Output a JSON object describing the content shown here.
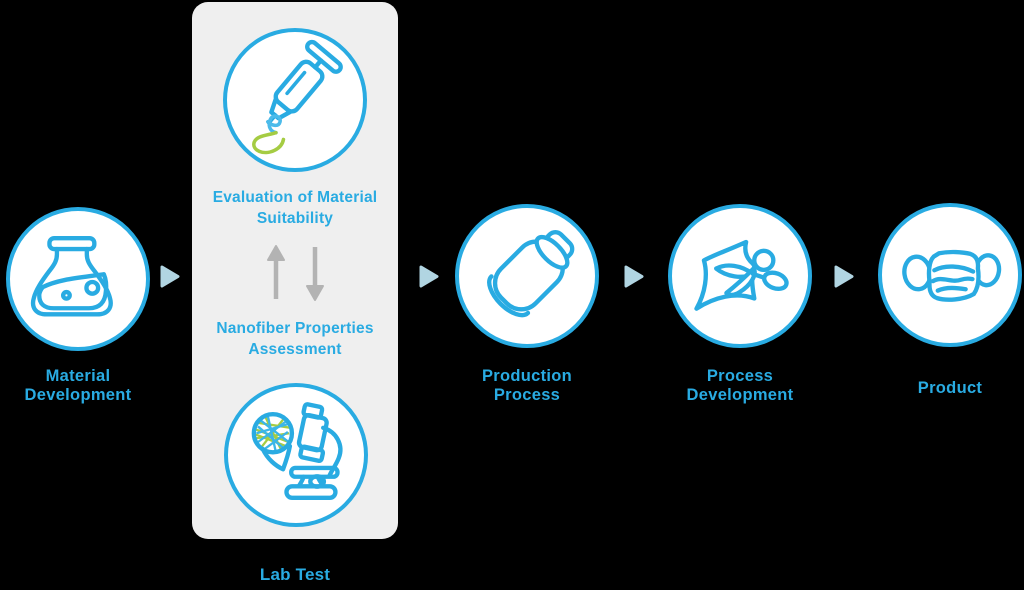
{
  "diagram_title": "Nanofiber product development process flow",
  "colors": {
    "background": "#000000",
    "accent_blue": "#29abe2",
    "flow_arrow_blue": "#b1d5e2",
    "cycle_arrow_gray": "#b3b3b3",
    "panel_gray": "#efefef",
    "circle_fill": "#ffffff",
    "icon_green": "#a5cc43",
    "icon_teal": "#3bb6e8"
  },
  "steps": {
    "material": {
      "icon": "flask-icon",
      "label_line1": "Material",
      "label_line2": "Development"
    },
    "lab": {
      "icon_top": "syringe-icon",
      "icon_bottom": "microscope-icon",
      "eval_line1": "Evaluation of Material",
      "eval_line2": "Suitability",
      "nano_line1": "Nanofiber Properties",
      "nano_line2": "Assessment",
      "label": "Lab Test"
    },
    "production": {
      "icon": "yarn-bobbin-icon",
      "label_line1": "Production",
      "label_line2": "Process"
    },
    "process_dev": {
      "icon": "fabric-scissors-icon",
      "label_line1": "Process",
      "label_line2": "Development"
    },
    "product": {
      "icon": "face-mask-icon",
      "label_line1": "Product"
    }
  }
}
